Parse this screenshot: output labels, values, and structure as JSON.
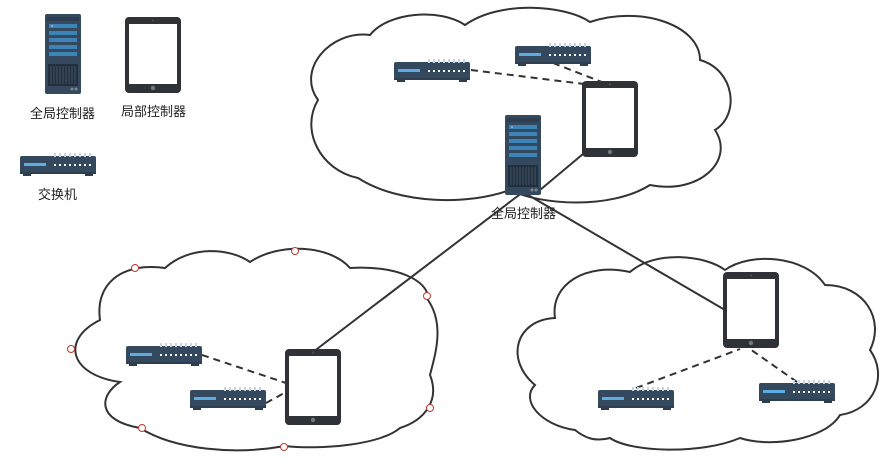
{
  "legend": {
    "global_controller": "全局控制器",
    "local_controller": "局部控制器",
    "switch": "交换机"
  },
  "topology": {
    "center_label": "全局控制器"
  },
  "colors": {
    "device_body": "#34495e",
    "device_panel": "#2c3e50",
    "device_accent": "#3498db",
    "tablet_frame": "#2f3338",
    "cloud_stroke": "#333333",
    "handle_stroke": "#c0392b"
  }
}
